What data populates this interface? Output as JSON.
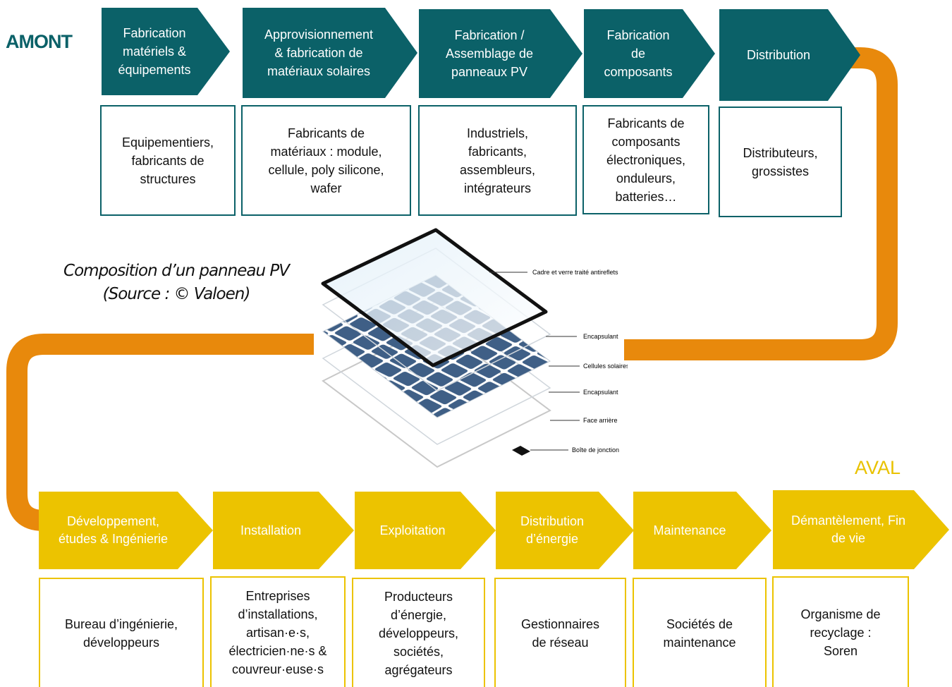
{
  "upstream_label": "AMONT",
  "downstream_label": "AVAL",
  "upstream_steps": [
    {
      "step": "Fabrication\nmatériels &\néquipements",
      "actors": "Equipementiers,\nfabricants de\nstructures"
    },
    {
      "step": "Approvisionnement\n& fabrication de\nmatériaux solaires",
      "actors": "Fabricants de\nmatériaux : module,\ncellule, poly silicone,\nwafer"
    },
    {
      "step": "Fabrication /\nAssemblage de\npanneaux PV",
      "actors": "Industriels,\nfabricants,\nassembleurs,\nintégrateurs"
    },
    {
      "step": "Fabrication\nde\ncomposants",
      "actors": "Fabricants de\ncomposants\nélectroniques,\nonduleurs,\nbatteries…"
    },
    {
      "step": "Distribution",
      "actors": "Distributeurs,\ngrossistes"
    }
  ],
  "downstream_steps": [
    {
      "step": "Développement,\nétudes & Ingénierie",
      "actors": "Bureau d’ingénierie,\ndéveloppeurs"
    },
    {
      "step": "Installation",
      "actors": "Entreprises\nd’installations,\nartisan·e·s,\nélectricien·ne·s &\ncouvreur·euse·s"
    },
    {
      "step": "Exploitation",
      "actors": "Producteurs\nd’énergie,\ndéveloppeurs,\nsociétés,\nagrégateurs"
    },
    {
      "step": "Distribution\nd’énergie",
      "actors": "Gestionnaires\nde réseau"
    },
    {
      "step": "Maintenance",
      "actors": "Sociétés de\nmaintenance"
    },
    {
      "step": "Démantèlement, Fin\nde vie",
      "actors": "Organisme de\nrecyclage :\nSoren"
    }
  ],
  "caption": "Composition d’un panneau PV\n(Source : © Valoen)",
  "panel_layers": [
    "Cadre et verre traité antireflets",
    "Encapsulant",
    "Cellules solaires",
    "Encapsulant",
    "Face arrière",
    "Boîte de jonction"
  ],
  "colors": {
    "upstream": "#0b6168",
    "downstream": "#ecc300",
    "connector": "#e8890c"
  }
}
